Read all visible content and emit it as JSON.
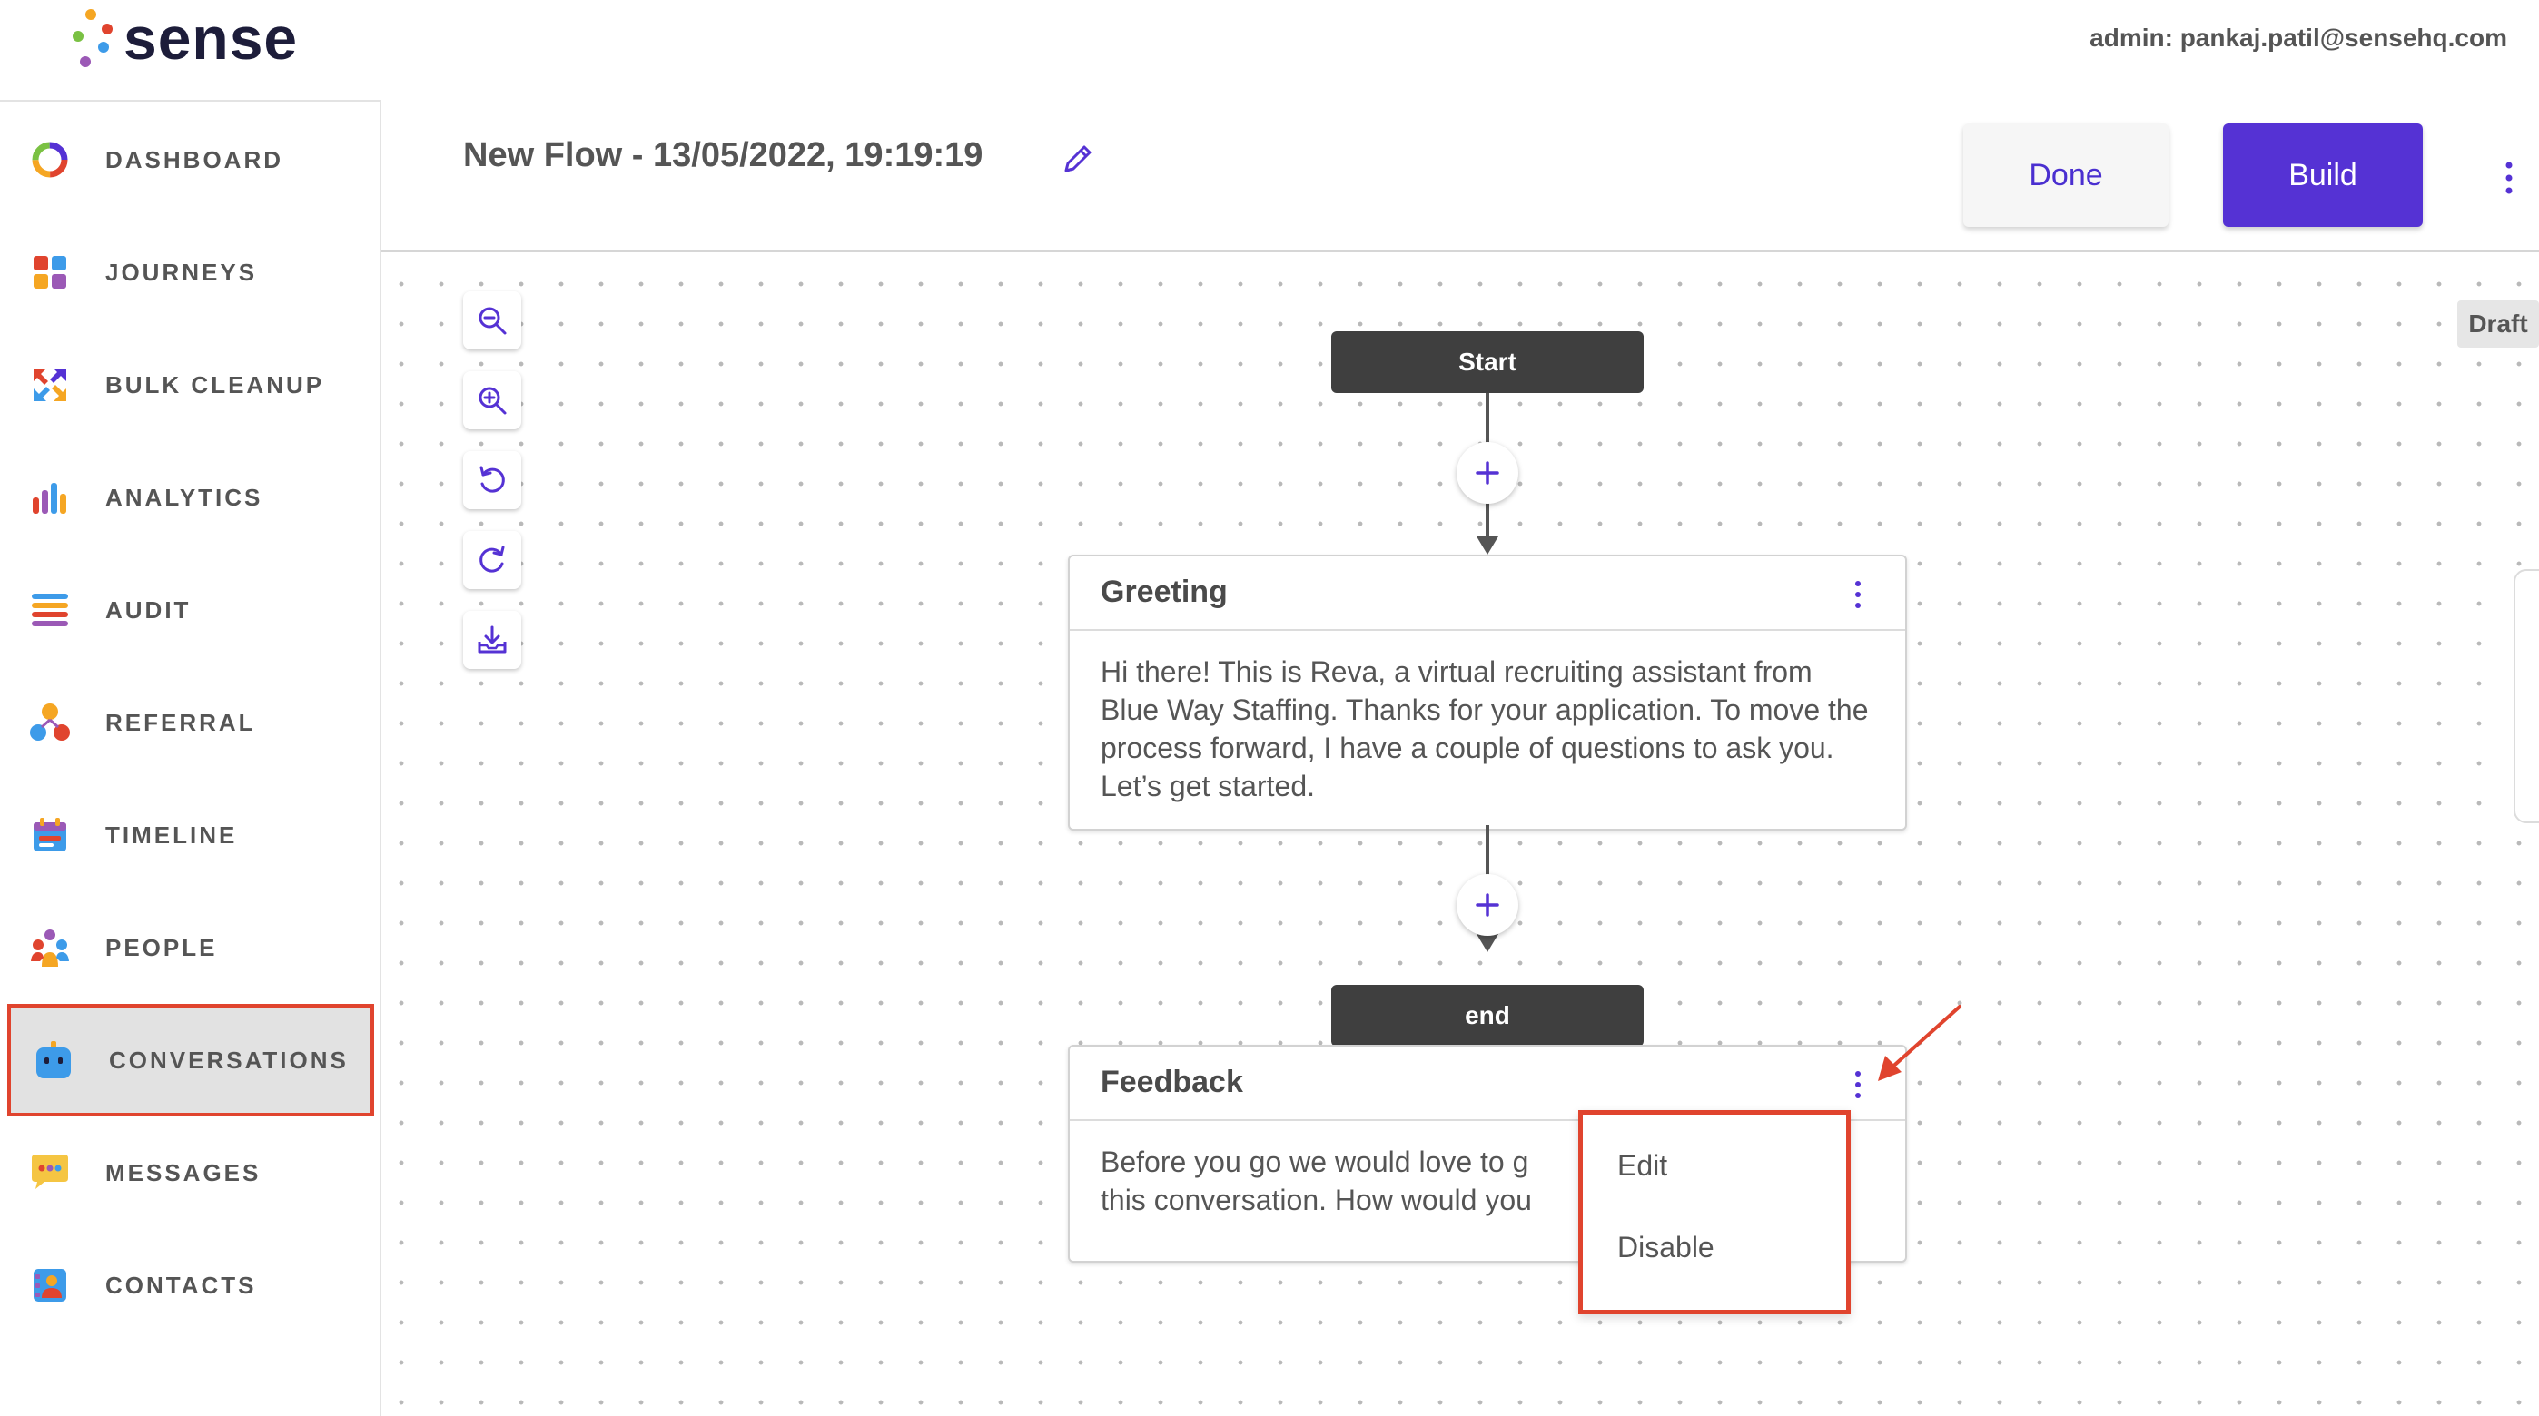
{
  "brand": {
    "name": "sense",
    "dot_colors": [
      "#f5a623",
      "#e0442e",
      "#7ac143",
      "#3d9be9",
      "#9b59b6"
    ]
  },
  "header": {
    "admin_label": "admin: pankaj.patil@sensehq.com"
  },
  "sidebar": {
    "items": [
      {
        "label": "DASHBOARD",
        "icon": "dashboard-ring-icon"
      },
      {
        "label": "JOURNEYS",
        "icon": "journeys-grid-icon"
      },
      {
        "label": "BULK CLEANUP",
        "icon": "bulk-cleanup-arrows-icon"
      },
      {
        "label": "ANALYTICS",
        "icon": "analytics-bars-icon"
      },
      {
        "label": "AUDIT",
        "icon": "audit-list-icon"
      },
      {
        "label": "REFERRAL",
        "icon": "referral-icon"
      },
      {
        "label": "TIMELINE",
        "icon": "timeline-calendar-icon"
      },
      {
        "label": "PEOPLE",
        "icon": "people-icon"
      },
      {
        "label": "CONVERSATIONS",
        "icon": "conversations-bot-icon",
        "active": true
      },
      {
        "label": "MESSAGES",
        "icon": "messages-bubble-icon"
      },
      {
        "label": "CONTACTS",
        "icon": "contacts-card-icon"
      }
    ]
  },
  "page": {
    "title": "New Flow - 13/05/2022, 19:19:19",
    "done_label": "Done",
    "build_label": "Build",
    "status_badge": "Draft"
  },
  "toolbar": {
    "tools": [
      "zoom-out-icon",
      "zoom-in-icon",
      "undo-icon",
      "redo-icon",
      "download-icon"
    ]
  },
  "flow": {
    "start_label": "Start",
    "end_label": "end",
    "cards": [
      {
        "title": "Greeting",
        "body": "Hi there! This is Reva, a virtual recruiting assistant from Blue Way Staffing. Thanks for your application. To move the process forward, I have a couple of questions to ask you. Let’s get started."
      },
      {
        "title": "Feedback",
        "body": "Before you go we would love to g this conversation. How would you"
      }
    ]
  },
  "context_menu": {
    "items": [
      "Edit",
      "Disable"
    ]
  },
  "colors": {
    "accent": "#5532d4",
    "highlight": "#e0442e",
    "pill": "#3f3f3f"
  }
}
